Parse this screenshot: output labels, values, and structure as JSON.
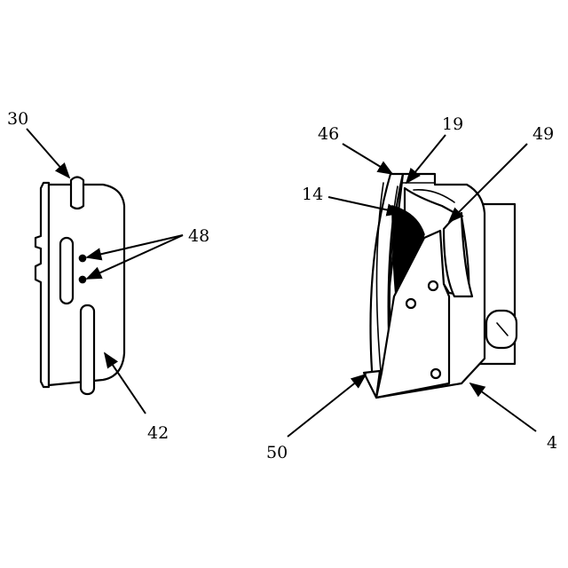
{
  "figure": {
    "colors": {
      "line": "#000000",
      "background": "#ffffff"
    },
    "callouts": {
      "c30": "30",
      "c48": "48",
      "c42": "42",
      "c46": "46",
      "c19": "19",
      "c49": "49",
      "c14": "14",
      "c50": "50",
      "c4": "4"
    }
  }
}
